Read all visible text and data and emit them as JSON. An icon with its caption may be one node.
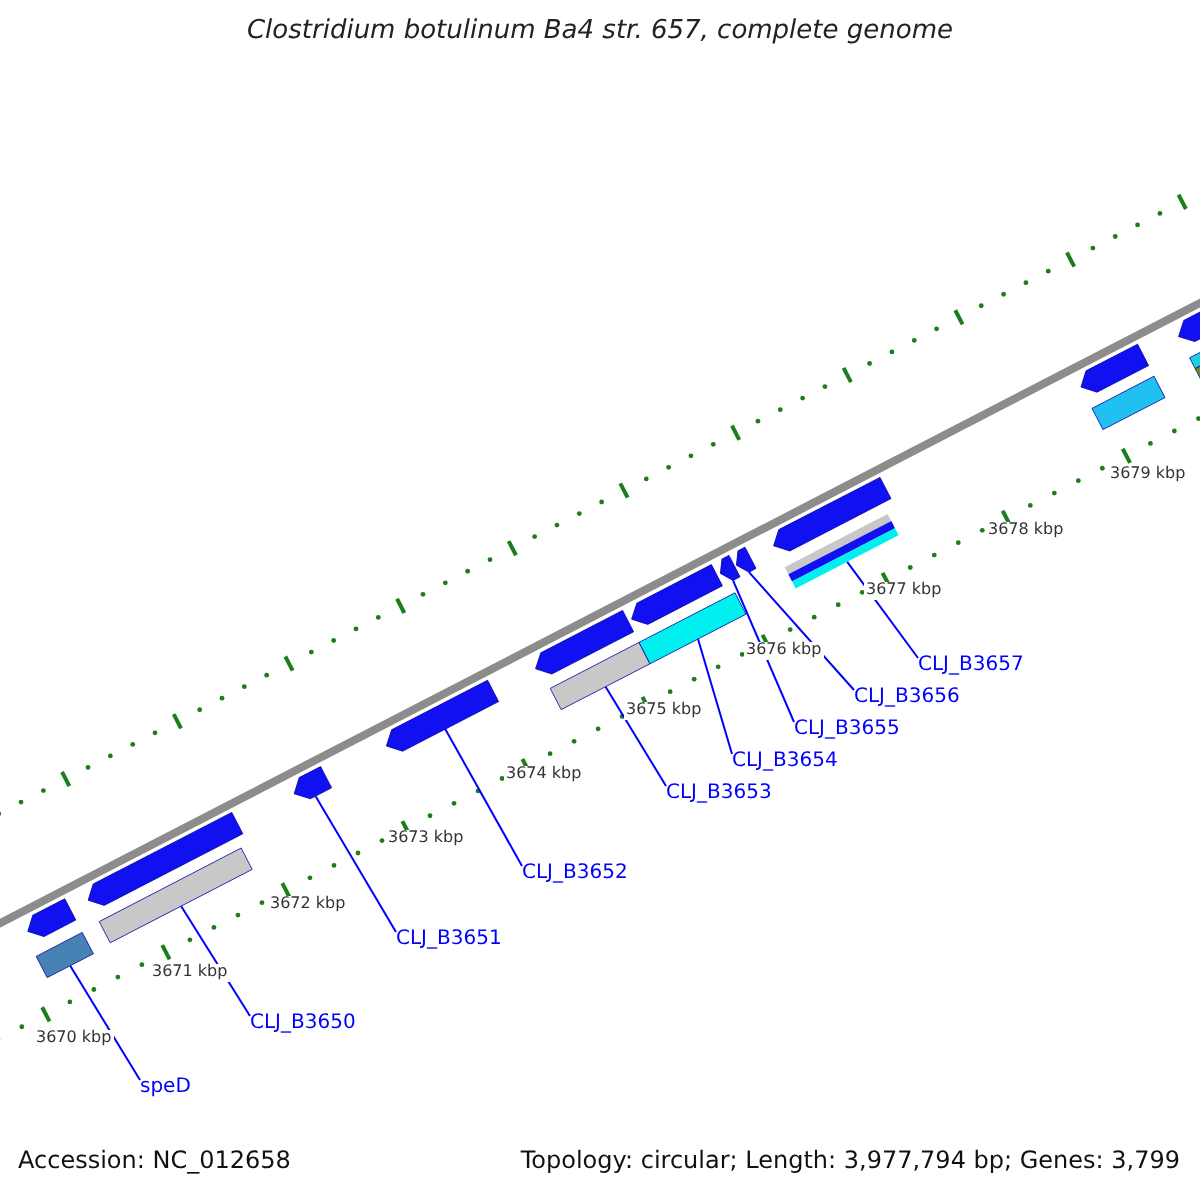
{
  "diagram": {
    "title": "Clostridium botulinum Ba4 str. 657, complete genome",
    "nodes": [
      {
        "text": [
          "speD"
        ]
      },
      {
        "text": [
          "CLJ_B3650"
        ]
      },
      {
        "text": [
          "CLJ_B3651"
        ]
      },
      {
        "text": [
          "CLJ_B3652"
        ]
      },
      {
        "text": [
          "CLJ_B3653"
        ]
      },
      {
        "text": [
          "CLJ_B3654"
        ]
      },
      {
        "text": [
          "CLJ_B3655"
        ]
      },
      {
        "text": [
          "CLJ_B3656"
        ]
      },
      {
        "text": [
          "CLJ_B3657"
        ]
      },
      {
        "text": [],
        "shape": "bar"
      },
      {
        "text": [],
        "shape": "bar"
      },
      {
        "text": [],
        "shape": "pentagon"
      },
      {
        "text": [],
        "shape": "pentagon"
      },
      {
        "text": [],
        "shape": "bar"
      },
      {
        "text": [],
        "shape": "bar"
      },
      {
        "text": [],
        "shape": "pentagon"
      },
      {
        "text": [],
        "shape": "pentagon"
      },
      {
        "text": [],
        "shape": "bar"
      },
      {
        "text": [],
        "shape": "pentagon"
      },
      {
        "text": [],
        "shape": "pentagon"
      },
      {
        "text": [],
        "shape": "pentagon"
      },
      {
        "text": [],
        "shape": "pentagon"
      },
      {
        "text": [],
        "shape": "pentagon"
      },
      {
        "text": [],
        "shape": "pentagon"
      },
      {
        "text": [],
        "shape": "bar"
      },
      {
        "text": [],
        "shape": "pentagon"
      },
      {
        "text": [],
        "shape": "bar"
      },
      {
        "text": [],
        "shape": "bar"
      }
    ],
    "edges": [
      {
        "from": 0,
        "to": 9,
        "arrow": "none"
      },
      {
        "from": 1,
        "to": 10,
        "arrow": "none"
      },
      {
        "from": 2,
        "to": 11,
        "arrow": "none"
      },
      {
        "from": 3,
        "to": 12,
        "arrow": "none"
      },
      {
        "from": 4,
        "to": 13,
        "arrow": "none"
      },
      {
        "from": 5,
        "to": 14,
        "arrow": "none"
      },
      {
        "from": 6,
        "to": 15,
        "arrow": "none"
      },
      {
        "from": 7,
        "to": 16,
        "arrow": "none"
      },
      {
        "from": 8,
        "to": 17,
        "arrow": "none"
      }
    ],
    "labels": [
      "3670 kbp",
      "3671 kbp",
      "3672 kbp",
      "3673 kbp",
      "3674 kbp",
      "3675 kbp",
      "3676 kbp",
      "3677 kbp",
      "3678 kbp",
      "3679 kbp",
      "Accession: NC_012658",
      "Topology: circular; Length: 3,977,794 bp; Genes: 3,799"
    ]
  }
}
